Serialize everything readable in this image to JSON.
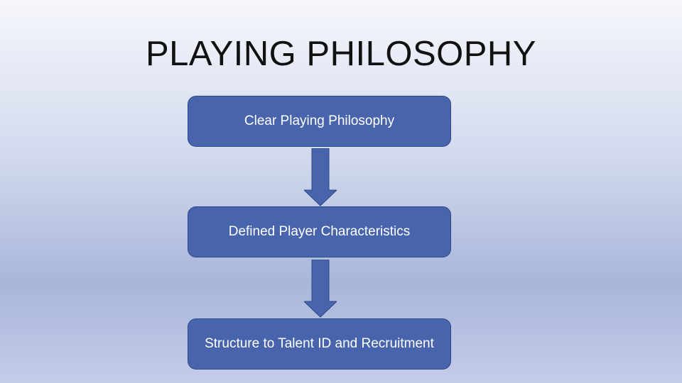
{
  "title": "PLAYING PHILOSOPHY",
  "steps": [
    {
      "label": "Clear Playing Philosophy"
    },
    {
      "label": "Defined Player Characteristics"
    },
    {
      "label": "Structure to Talent ID and Recruitment"
    }
  ],
  "colors": {
    "box": "#4864ad",
    "border": "#2f4a86"
  }
}
